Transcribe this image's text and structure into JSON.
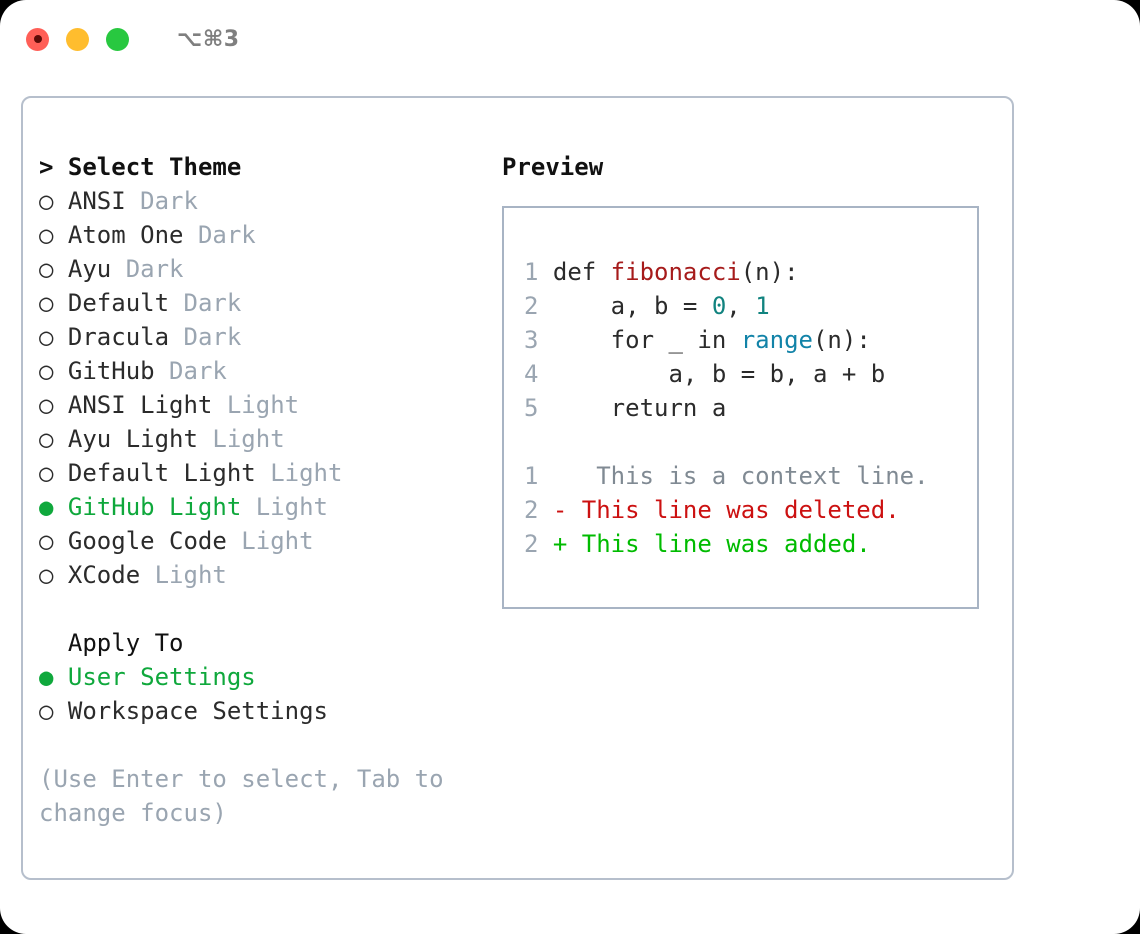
{
  "window": {
    "shortcut": "⌥⌘3",
    "traffic_lights": [
      {
        "name": "close",
        "color": "#ff5f57"
      },
      {
        "name": "minimize",
        "color": "#ffbd2e"
      },
      {
        "name": "maximize",
        "color": "#28c840"
      }
    ]
  },
  "theme_list": {
    "caret": ">",
    "header": "Select Theme",
    "bullet_unselected": "○",
    "bullet_selected": "●",
    "items": [
      {
        "bullet": "○",
        "name": "ANSI",
        "category": "Dark",
        "selected": false
      },
      {
        "bullet": "○",
        "name": "Atom One",
        "category": "Dark",
        "selected": false
      },
      {
        "bullet": "○",
        "name": "Ayu",
        "category": "Dark",
        "selected": false
      },
      {
        "bullet": "○",
        "name": "Default",
        "category": "Dark",
        "selected": false
      },
      {
        "bullet": "○",
        "name": "Dracula",
        "category": "Dark",
        "selected": false
      },
      {
        "bullet": "○",
        "name": "GitHub",
        "category": "Dark",
        "selected": false
      },
      {
        "bullet": "○",
        "name": "ANSI Light",
        "category": "Light",
        "selected": false
      },
      {
        "bullet": "○",
        "name": "Ayu Light",
        "category": "Light",
        "selected": false
      },
      {
        "bullet": "○",
        "name": "Default Light",
        "category": "Light",
        "selected": false
      },
      {
        "bullet": "●",
        "name": "GitHub Light",
        "category": "Light",
        "selected": true
      },
      {
        "bullet": "○",
        "name": "Google Code",
        "category": "Light",
        "selected": false
      },
      {
        "bullet": "○",
        "name": "XCode",
        "category": "Light",
        "selected": false
      }
    ]
  },
  "apply_to": {
    "header": "Apply To",
    "items": [
      {
        "bullet": "●",
        "label": "User Settings",
        "selected": true
      },
      {
        "bullet": "○",
        "label": "Workspace Settings",
        "selected": false
      }
    ]
  },
  "hint": "(Use Enter to select, Tab to change focus)",
  "preview": {
    "title": "Preview",
    "code_lines": [
      {
        "num": "1",
        "tokens": [
          {
            "t": "def ",
            "c": "plain"
          },
          {
            "t": "fibonacci",
            "c": "fn"
          },
          {
            "t": "(n):",
            "c": "plain"
          }
        ]
      },
      {
        "num": "2",
        "tokens": [
          {
            "t": "    a, b = ",
            "c": "plain"
          },
          {
            "t": "0",
            "c": "num"
          },
          {
            "t": ", ",
            "c": "plain"
          },
          {
            "t": "1",
            "c": "num"
          }
        ]
      },
      {
        "num": "3",
        "tokens": [
          {
            "t": "    for _ in ",
            "c": "plain"
          },
          {
            "t": "range",
            "c": "call"
          },
          {
            "t": "(n):",
            "c": "plain"
          }
        ]
      },
      {
        "num": "4",
        "tokens": [
          {
            "t": "        a, b = b, a + b",
            "c": "plain"
          }
        ]
      },
      {
        "num": "5",
        "tokens": [
          {
            "t": "    return a",
            "c": "plain"
          }
        ]
      }
    ],
    "diff_lines": [
      {
        "num": "1",
        "sign": " ",
        "text": "  This is a context line.",
        "kind": "ctx"
      },
      {
        "num": "2",
        "sign": "-",
        "text": " This line was deleted.",
        "kind": "del"
      },
      {
        "num": "2",
        "sign": "+",
        "text": " This line was added.",
        "kind": "add"
      }
    ]
  },
  "colors": {
    "selected_green": "#0fa83c",
    "muted_gray": "#9aa5b1",
    "diff_add": "#00bb00",
    "diff_del": "#cc1111",
    "syntax_fn": "#a61b1b",
    "syntax_num": "#11837f",
    "syntax_call": "#1283a8",
    "panel_border": "#b6bfcc"
  }
}
